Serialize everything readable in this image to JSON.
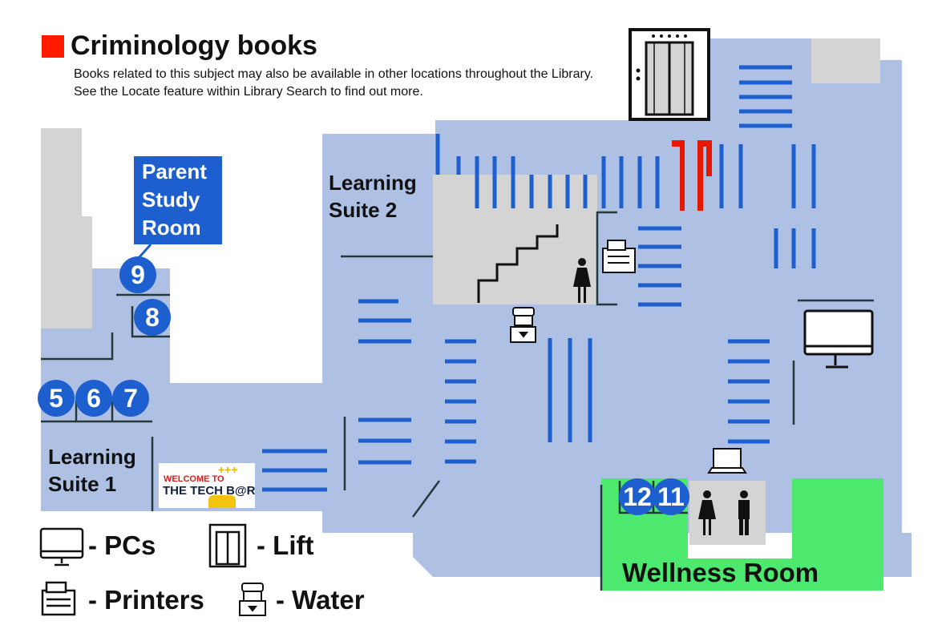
{
  "header": {
    "title": "Criminology books",
    "note": "Books related to this subject may also be available in other locations throughout the Library. See the Locate feature within Library Search to find out more."
  },
  "colors": {
    "subject_highlight": "#ff1a00",
    "floor": "#aec0e3",
    "shelves": "#1d5fcf",
    "wellness": "#4de86e",
    "room_label_bg": "#1d5fcf"
  },
  "rooms": {
    "parent_study": "Parent Study Room",
    "parent_study_lines": [
      "Parent",
      "Study",
      "Room"
    ],
    "learning_suite_2": [
      "Learning",
      "Suite 2"
    ],
    "learning_suite_1": [
      "Learning",
      "Suite 1"
    ],
    "wellness": "Wellness Room",
    "numbers": [
      "9",
      "8",
      "5",
      "6",
      "7",
      "12",
      "11"
    ]
  },
  "tech_bar": {
    "line1": "WELCOME TO",
    "line2": "THE TECH B@R",
    "plus": "+++"
  },
  "icons": [
    "lift-icon",
    "stairs-icon",
    "printer-icon",
    "water-icon",
    "pc-icon",
    "laptop-icon",
    "female-toilet-icon",
    "male-toilet-icon"
  ],
  "legend": {
    "pcs": "- PCs",
    "lift": "- Lift",
    "printers": "- Printers",
    "water": "- Water"
  }
}
